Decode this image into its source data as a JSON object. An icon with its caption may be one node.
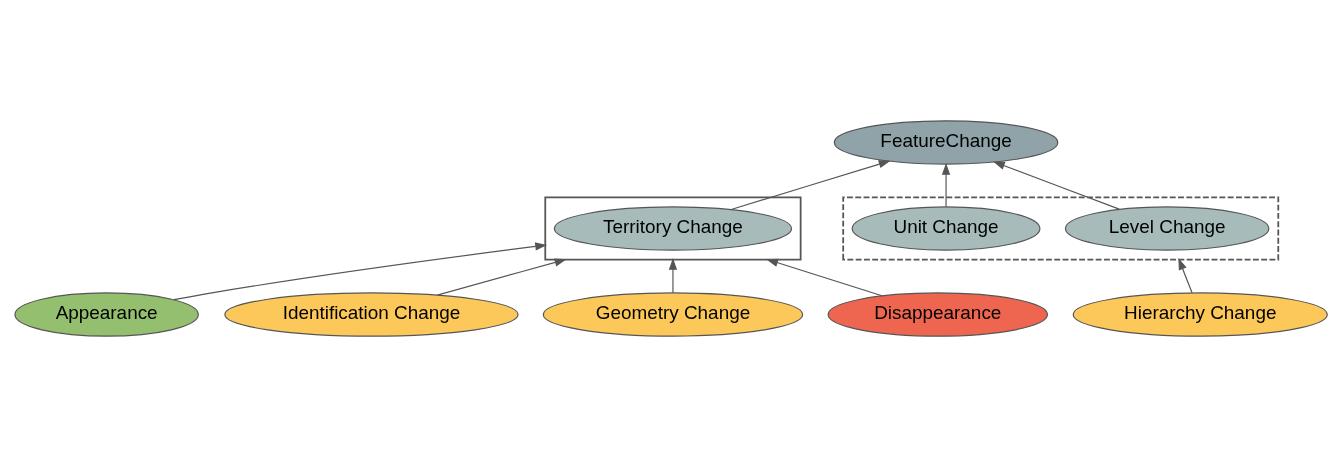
{
  "diagram": {
    "nodes": [
      {
        "text": [
          "FeatureChange"
        ]
      },
      {
        "text": [],
        "shape": "box"
      },
      {
        "text": [],
        "shape": "box"
      },
      {
        "text": [
          "Territory Change"
        ],
        "in": 1
      },
      {
        "text": [
          "Level Change"
        ],
        "in": 2
      },
      {
        "text": [
          "Unit Change"
        ],
        "in": 2
      },
      {
        "text": [
          "Appearance"
        ]
      },
      {
        "text": [
          "Identification Change"
        ]
      },
      {
        "text": [
          "Geometry Change"
        ]
      },
      {
        "text": [
          "Hierarchy Change"
        ]
      },
      {
        "text": [
          "Disappearance"
        ]
      }
    ],
    "edges": [
      {
        "from": 3,
        "to": 0,
        "arrow": "to"
      },
      {
        "from": 4,
        "to": 0,
        "arrow": "to"
      },
      {
        "from": 5,
        "to": 0,
        "arrow": "to"
      },
      {
        "from": 6,
        "to": 1,
        "arrow": "to"
      },
      {
        "from": 7,
        "to": 1,
        "arrow": "to"
      },
      {
        "from": 8,
        "to": 1,
        "arrow": "to"
      },
      {
        "from": 9,
        "to": 2,
        "arrow": "to"
      },
      {
        "from": 10,
        "to": 1,
        "arrow": "to"
      }
    ]
  }
}
